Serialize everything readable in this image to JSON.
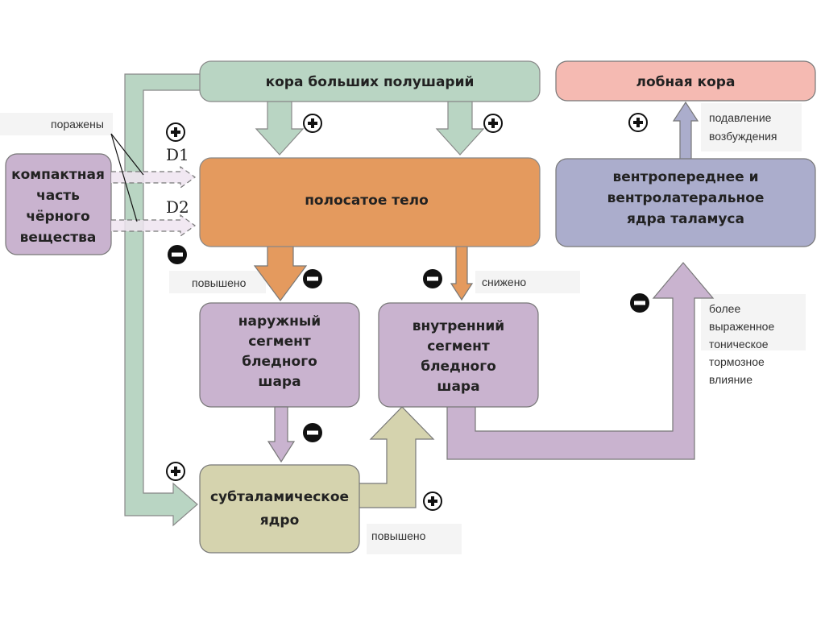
{
  "nodes": {
    "cortex": "кора больших полушарий",
    "frontal_cortex": "лобная кора",
    "striatum": "полосатое тело",
    "substantia_nigra": [
      "компактная",
      "часть",
      "чёрного",
      "вещества"
    ],
    "gp_external": [
      "наружный",
      "сегмент",
      "бледного",
      "шара"
    ],
    "gp_internal": [
      "внутренний",
      "сегмент",
      "бледного",
      "шара"
    ],
    "subthalamic": [
      "субталамическое",
      "ядро"
    ],
    "thalamus": [
      "вентропереднее и",
      "вентролатеральное",
      "ядра таламуса"
    ]
  },
  "labels": {
    "affected": "поражены",
    "d1": "D1",
    "d2": "D2",
    "increased_1": "повышено",
    "decreased": "снижено",
    "increased_2": "повышено",
    "suppression": [
      "подавление",
      "возбуждения"
    ],
    "tonic": [
      "более",
      "выраженное",
      "тоническое",
      "тормозное",
      "влияние"
    ]
  },
  "colors": {
    "cortex": "#b9d5c3",
    "frontal": "#f5bab2",
    "striatum": "#e49a5e",
    "purple": "#c9b3cf",
    "subthalamic": "#d5d3ae",
    "thalamus": "#abadcc"
  },
  "signs": {
    "plus": "+",
    "minus": "−"
  }
}
